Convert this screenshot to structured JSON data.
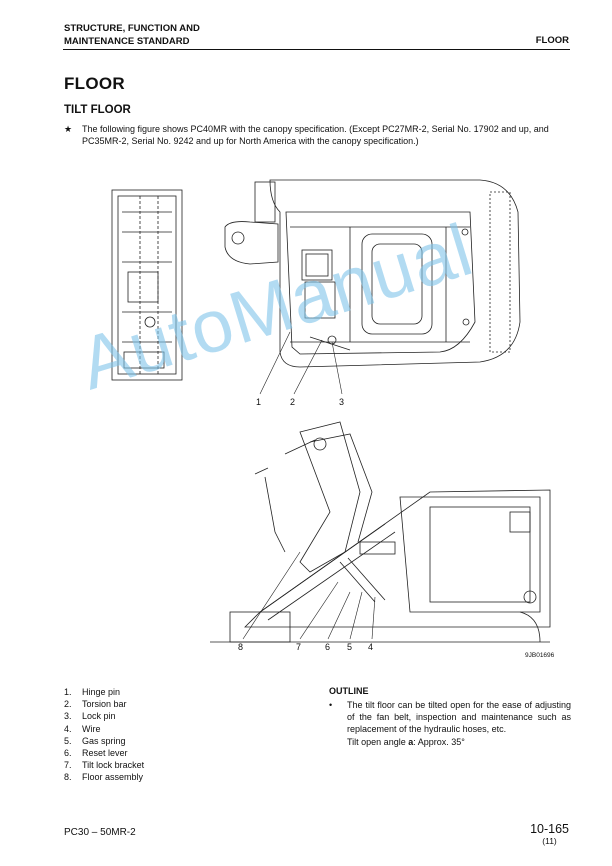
{
  "header": {
    "left_line1": "STRUCTURE, FUNCTION AND",
    "left_line2": "MAINTENANCE STANDARD",
    "right": "FLOOR"
  },
  "title": "FLOOR",
  "subtitle": "TILT FLOOR",
  "note": {
    "star": "★",
    "text": "The following figure shows PC40MR with the canopy specification. (Except PC27MR-2, Serial No. 17902 and up, and PC35MR-2, Serial No. 9242 and up for North America with the canopy specification.)"
  },
  "diagram": {
    "callouts_top": [
      "1",
      "2",
      "3"
    ],
    "callouts_bottom": [
      "8",
      "7",
      "6",
      "5",
      "4"
    ],
    "figure_code": "9JB01696"
  },
  "watermark": "AutoManual",
  "legend": [
    {
      "num": "1.",
      "label": "Hinge pin"
    },
    {
      "num": "2.",
      "label": "Torsion bar"
    },
    {
      "num": "3.",
      "label": "Lock pin"
    },
    {
      "num": "4.",
      "label": "Wire"
    },
    {
      "num": "5.",
      "label": "Gas spring"
    },
    {
      "num": "6.",
      "label": "Reset lever"
    },
    {
      "num": "7.",
      "label": "Tilt lock bracket"
    },
    {
      "num": "8.",
      "label": "Floor assembly"
    }
  ],
  "outline": {
    "heading": "OUTLINE",
    "bullet": "•",
    "text": "The tilt floor can be tilted open for the ease of adjusting of the fan belt, inspection and maintenance such as replacement of the hydraulic hoses, etc.",
    "angle_label": "Tilt open angle",
    "angle_symbol": "a",
    "angle_value": ": Approx. 35°"
  },
  "footer": {
    "model": "PC30 – 50MR-2",
    "page": "10-165",
    "page_sub": "(11)"
  }
}
